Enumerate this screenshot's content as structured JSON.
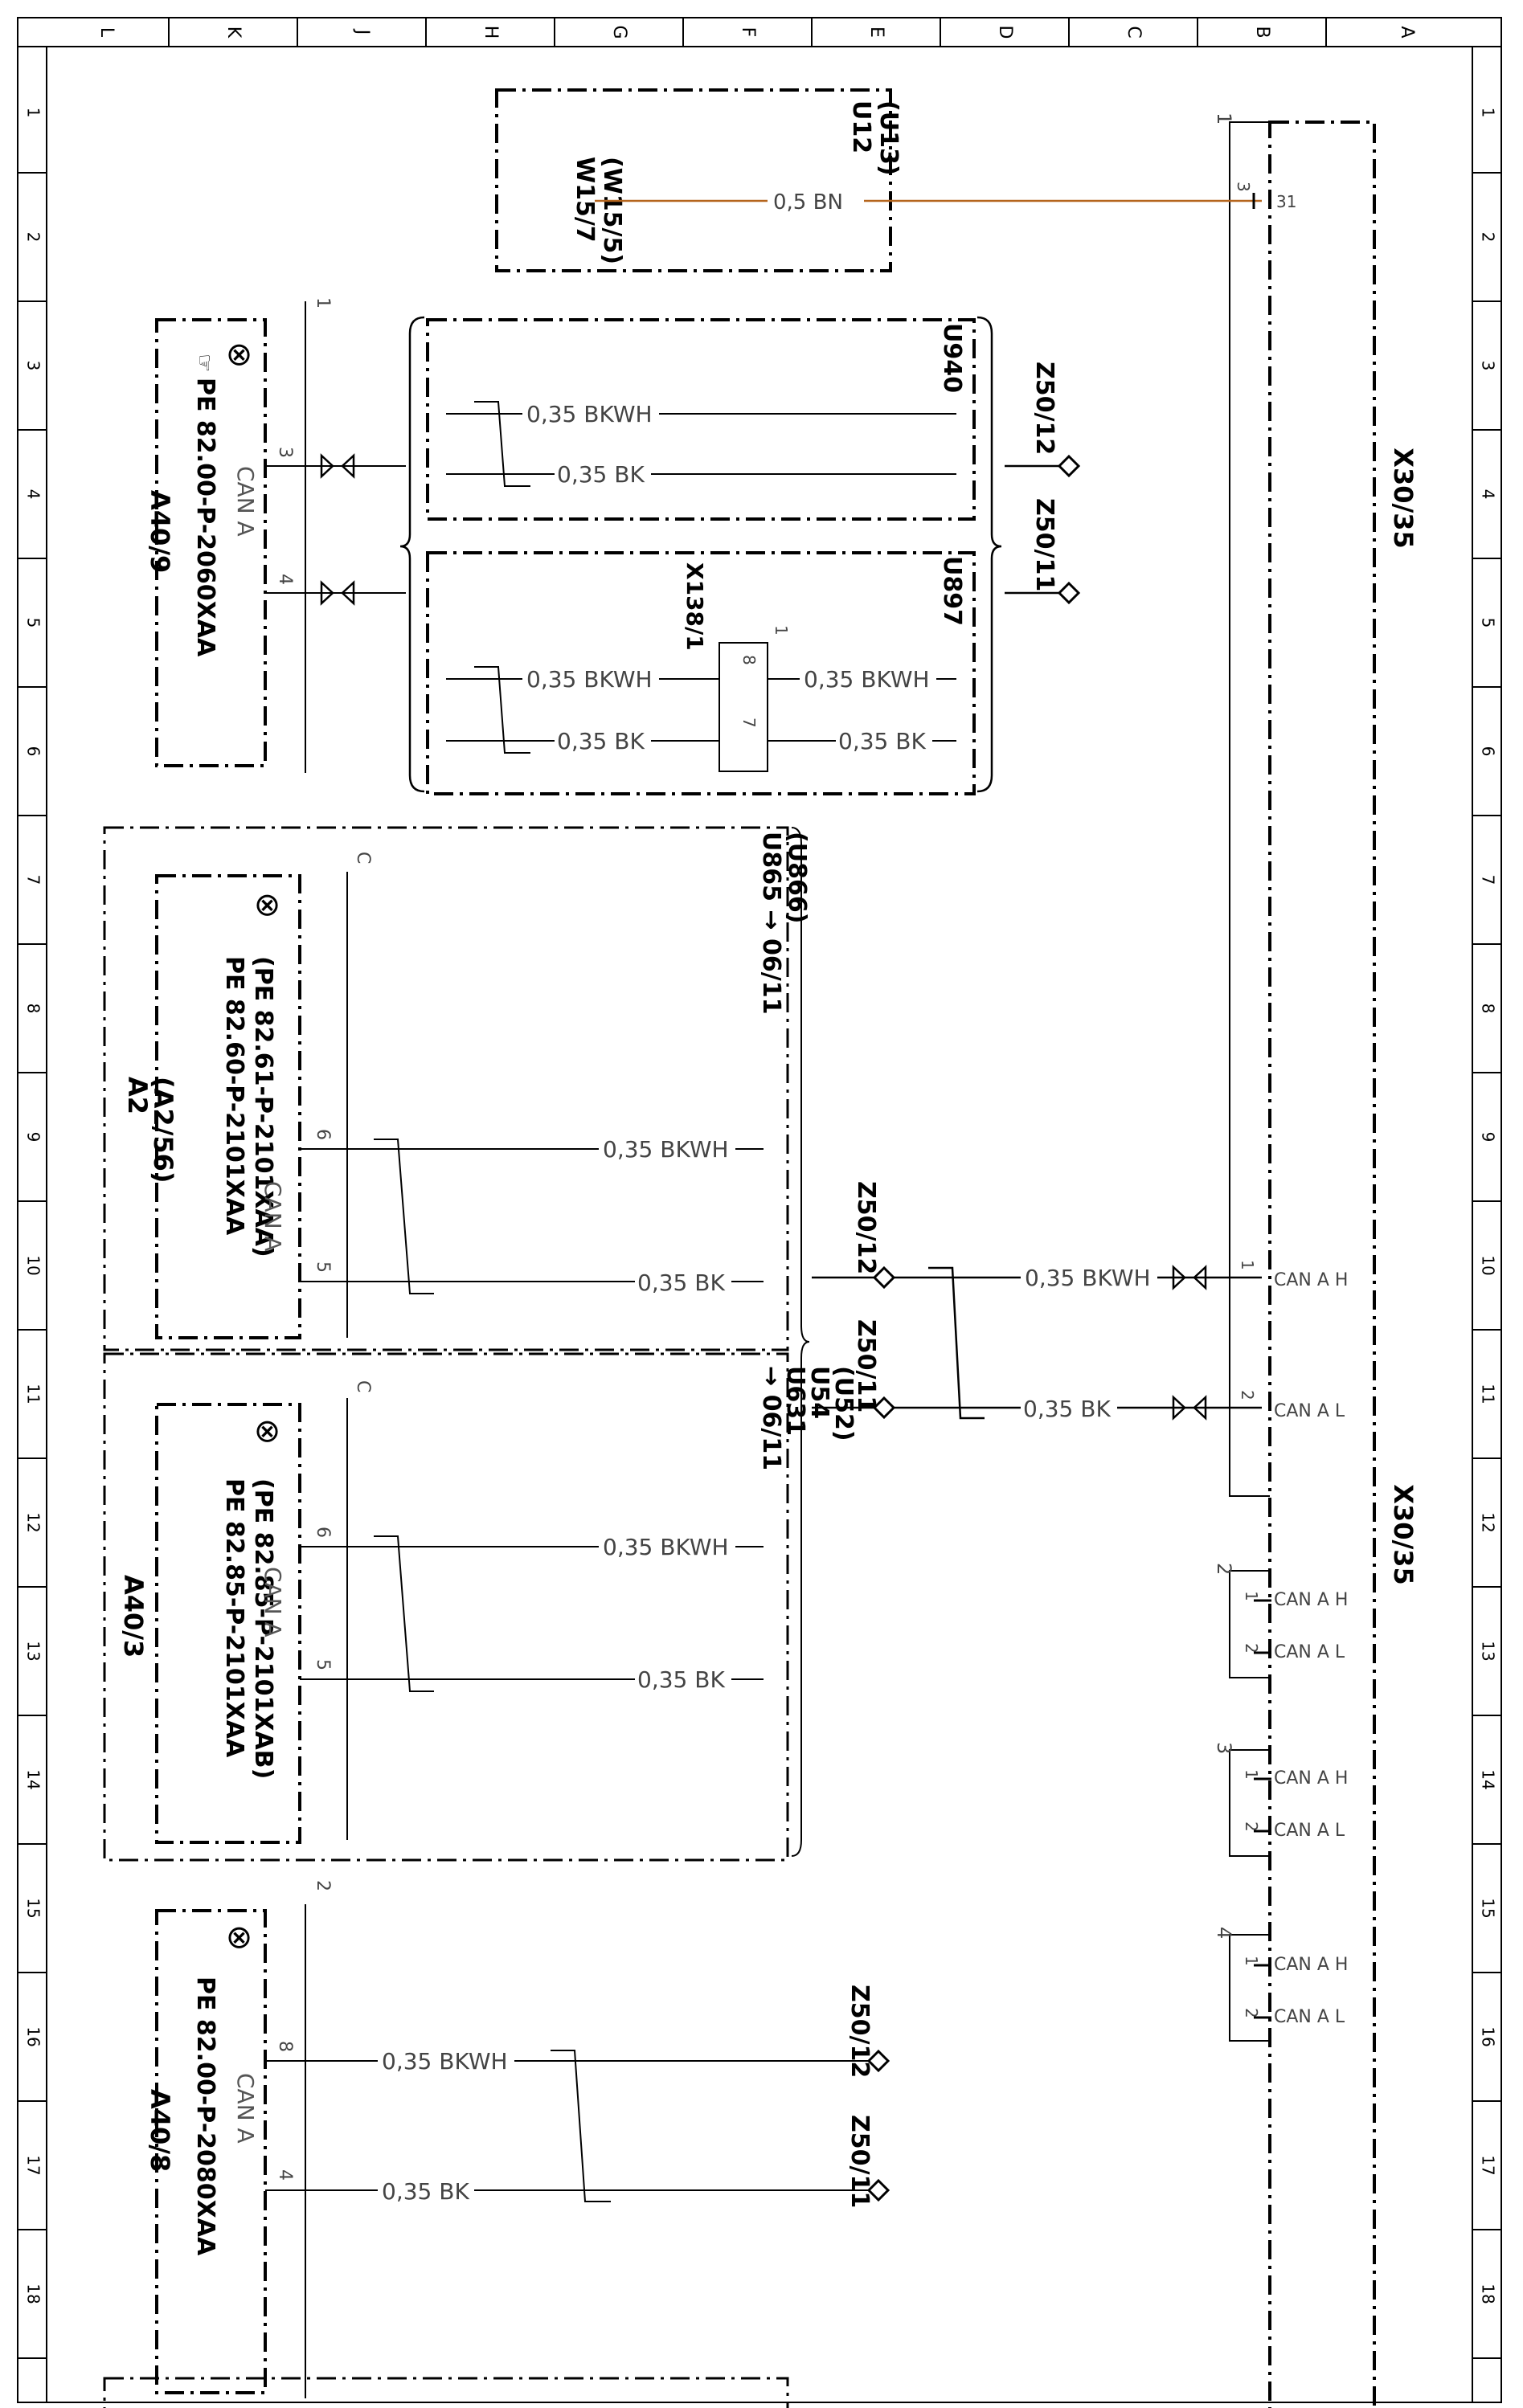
{
  "title": "",
  "grid": {
    "columns": [
      "L",
      "K",
      "J",
      "H",
      "G",
      "F",
      "E",
      "D",
      "C",
      "B",
      "A"
    ],
    "rows": [
      "1",
      "2",
      "3",
      "4",
      "5",
      "6",
      "7",
      "8",
      "9",
      "10",
      "11",
      "12",
      "13",
      "14",
      "15",
      "16",
      "17",
      "18"
    ]
  },
  "components": {
    "u12": [
      "U12",
      "(U13)"
    ],
    "w15": [
      "W15/7",
      "(W15/5)"
    ],
    "u940": "U940",
    "u897": "U897",
    "x138": "X138/1",
    "x30_top": "X30/35",
    "x30_bottom": "X30/35",
    "u865": [
      "U865 → 06/11",
      "(U866)"
    ],
    "u631": [
      "→ 06/11",
      "U631",
      "U54",
      "(U52)"
    ],
    "a40_9": {
      "name": "A40/9",
      "lines": [
        "PE 82.00-P-2060XAA"
      ],
      "can": "CAN A"
    },
    "a2": {
      "name": [
        "A2",
        "(A2/56)"
      ],
      "lines": [
        "PE 82.60-P-2101XAA",
        "(PE 82.61-P-2101XAA)"
      ],
      "can": "CAN A"
    },
    "a40_3": {
      "name": "A40/3",
      "lines": [
        "PE 82.85-P-2101XAA",
        "(PE 82.85-P-2101XAB)"
      ],
      "can": "CAN A"
    },
    "a40_8": {
      "name": "A40/8",
      "lines": [
        "PE 82.00-P-2080XAA"
      ],
      "can": "CAN A"
    }
  },
  "splices": {
    "z50_12": "Z50/12",
    "z50_11": "Z50/11"
  },
  "wires": {
    "bn": "0,5 BN",
    "bkwh": "0,35 BKWH",
    "bk": "0,35 BK"
  },
  "pins": {
    "p1": "1",
    "p2": "2",
    "p3": "3",
    "p4": "4",
    "p5": "5",
    "p6": "6",
    "p7": "7",
    "p8": "8",
    "p31": "31",
    "pc": "C"
  },
  "can_labels": {
    "high": "CAN A H",
    "low": "CAN A L"
  },
  "colors": {
    "line": "#000000",
    "wire_bn": "#b5651d",
    "grey_text": "#444444"
  }
}
